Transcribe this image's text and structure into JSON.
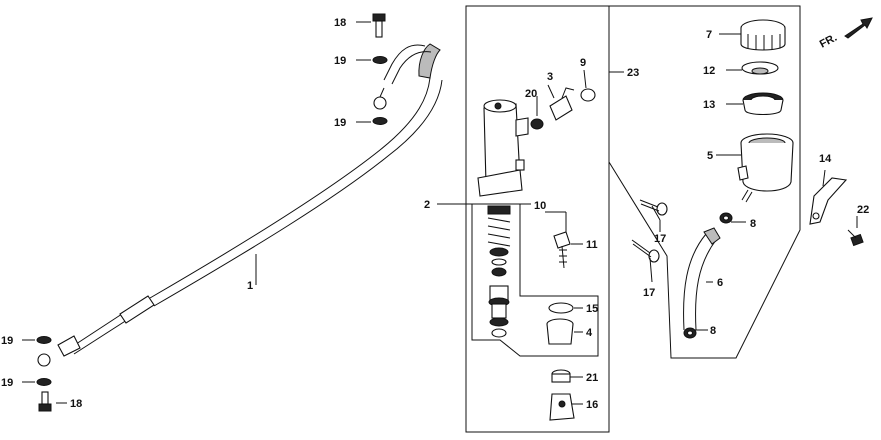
{
  "direction_marker": {
    "label": "FR."
  },
  "callouts": {
    "p1": "1",
    "p2": "2",
    "p3": "3",
    "p4": "4",
    "p5": "5",
    "p6": "6",
    "p7": "7",
    "p8a": "8",
    "p8b": "8",
    "p9": "9",
    "p10": "10",
    "p11": "11",
    "p12": "12",
    "p13": "13",
    "p14": "14",
    "p15": "15",
    "p16": "16",
    "p17a": "17",
    "p17b": "17",
    "p18a": "18",
    "p18b": "18",
    "p19a": "19",
    "p19b": "19",
    "p19c": "19",
    "p19d": "19",
    "p20": "20",
    "p21": "21",
    "p22": "22",
    "p23": "23"
  }
}
